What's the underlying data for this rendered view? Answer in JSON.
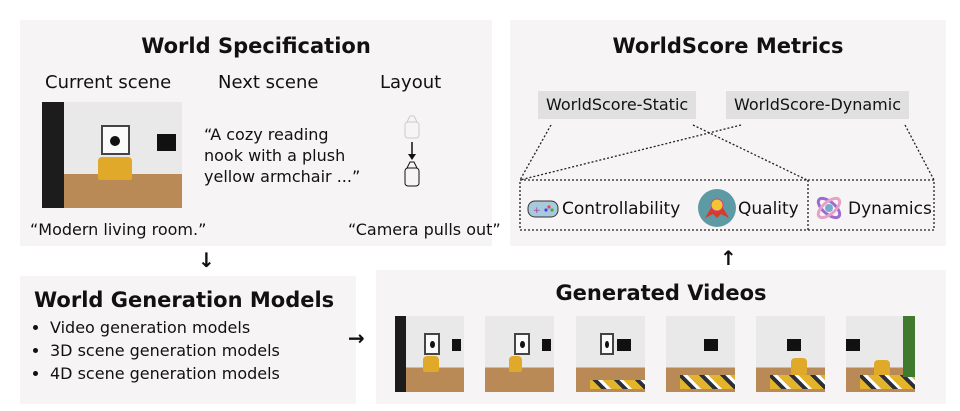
{
  "spec": {
    "title": "World Specification",
    "current_scene": "Current scene",
    "next_scene": "Next scene",
    "layout": "Layout",
    "current_caption": "“Modern living room.”",
    "next_text": [
      "“A cozy reading",
      "nook with a plush",
      "yellow armchair ...”"
    ],
    "layout_caption": "“Camera pulls out”"
  },
  "metrics": {
    "title": "WorldScore Metrics",
    "static": "WorldScore-Static",
    "dynamic": "WorldScore-Dynamic",
    "items": [
      {
        "label": "Controllability",
        "icon": "gamepad-icon"
      },
      {
        "label": "Quality",
        "icon": "medal-icon"
      },
      {
        "label": "Dynamics",
        "icon": "orbit-icon"
      }
    ]
  },
  "models": {
    "title": "World Generation Models",
    "items": [
      "Video generation models",
      "3D scene generation models",
      "4D scene generation models"
    ]
  },
  "videos": {
    "title": "Generated Videos",
    "frame_count": 6
  }
}
